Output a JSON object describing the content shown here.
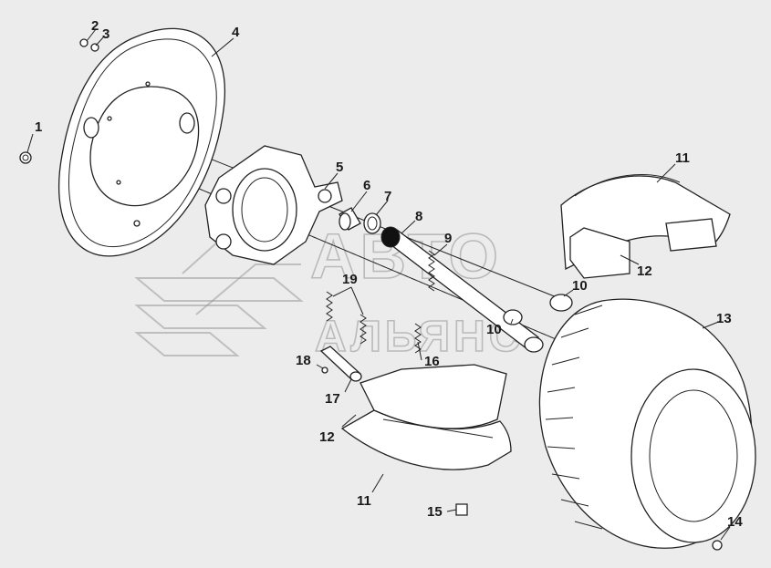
{
  "diagram": {
    "watermark": {
      "line1": "АВТО",
      "line2": "АЛЬЯНС"
    },
    "callouts": [
      {
        "id": "c1",
        "text": "1"
      },
      {
        "id": "c2",
        "text": "2"
      },
      {
        "id": "c3",
        "text": "3"
      },
      {
        "id": "c4",
        "text": "4"
      },
      {
        "id": "c5",
        "text": "5"
      },
      {
        "id": "c6",
        "text": "6"
      },
      {
        "id": "c7",
        "text": "7"
      },
      {
        "id": "c8",
        "text": "8"
      },
      {
        "id": "c9",
        "text": "9"
      },
      {
        "id": "c10a",
        "text": "10"
      },
      {
        "id": "c10b",
        "text": "10"
      },
      {
        "id": "c11a",
        "text": "11"
      },
      {
        "id": "c11b",
        "text": "11"
      },
      {
        "id": "c12a",
        "text": "12"
      },
      {
        "id": "c12b",
        "text": "12"
      },
      {
        "id": "c13",
        "text": "13"
      },
      {
        "id": "c14",
        "text": "14"
      },
      {
        "id": "c15",
        "text": "15"
      },
      {
        "id": "c16",
        "text": "16"
      },
      {
        "id": "c17",
        "text": "17"
      },
      {
        "id": "c18",
        "text": "18"
      },
      {
        "id": "c19",
        "text": "19"
      }
    ],
    "colors": {
      "background": "#ececec",
      "line": "#222222",
      "watermark": "#9a9a9a"
    }
  }
}
